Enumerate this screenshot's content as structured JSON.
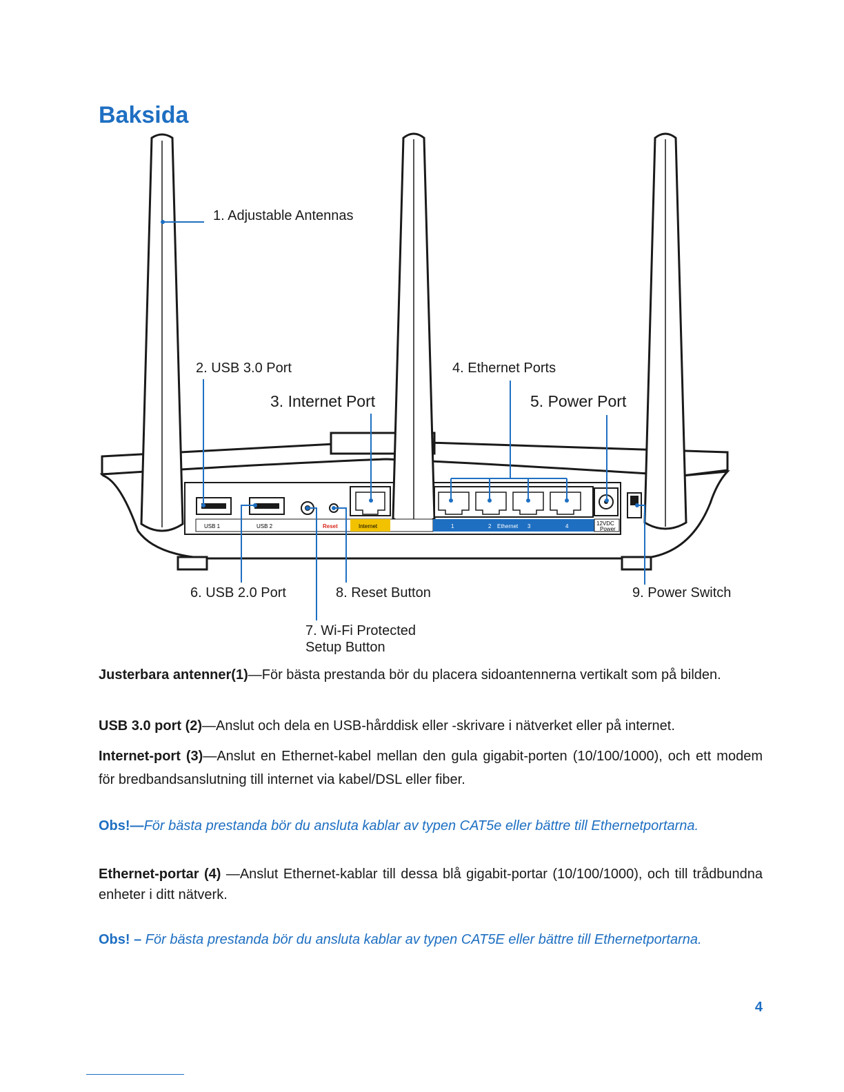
{
  "page_title": "Baksida",
  "diagram": {
    "callouts": {
      "antennas": "1. Adjustable Antennas",
      "usb3": "2. USB 3.0 Port",
      "internet": "3. Internet Port",
      "ethernet": "4. Ethernet Ports",
      "power_port": "5. Power Port",
      "usb2": "6. USB 2.0 Port",
      "wps_line1": "7. Wi-Fi Protected",
      "wps_line2": "Setup Button",
      "reset": "8. Reset Button",
      "power_switch": "9. Power Switch"
    },
    "panel_labels": {
      "usb1": "USB 1",
      "usb2": "USB 2",
      "reset": "Reset",
      "internet": "Internet",
      "eth1": "1",
      "eth2": "2",
      "eth_word": "Ethernet",
      "eth3": "3",
      "eth4": "4",
      "power_line1": "12VDC",
      "power_line2": "Power"
    },
    "colors": {
      "callout_line": "#1e6fc2",
      "internet_port_label": "#f2c200",
      "ethernet_label_band": "#1e6fc2",
      "reset_label": "#d9261c"
    }
  },
  "paragraphs": {
    "antennas": {
      "term": "Justerbara antenner(1)",
      "text": "—För bästa prestanda bör du placera sidoantennerna vertikalt som på bilden."
    },
    "usb3": {
      "term": "USB 3.0 port (2)",
      "text": "—Anslut och dela en USB-hårddisk eller -skrivare i nätverket eller på internet."
    },
    "internet": {
      "term": "Internet-port (3)",
      "text": "—Anslut en Ethernet-kabel mellan den gula gigabit-porten (10/100/1000), och ett modem för bredbandsanslutning till internet via kabel/DSL eller fiber."
    },
    "note1": {
      "label": "Obs!—",
      "text": "För bästa prestanda bör du ansluta kablar av typen CAT5e eller bättre till Ethernetportarna."
    },
    "ethernet": {
      "term": "Ethernet-portar (4)",
      "text": " —Anslut Ethernet-kablar till dessa blå gigabit-portar (10/100/1000), och till trådbundna enheter i ditt nätverk."
    },
    "note2": {
      "label": "Obs! – ",
      "text": "För bästa prestanda bör du ansluta kablar av typen CAT5E eller bättre till Ethernetportarna."
    }
  },
  "page_number": "4"
}
